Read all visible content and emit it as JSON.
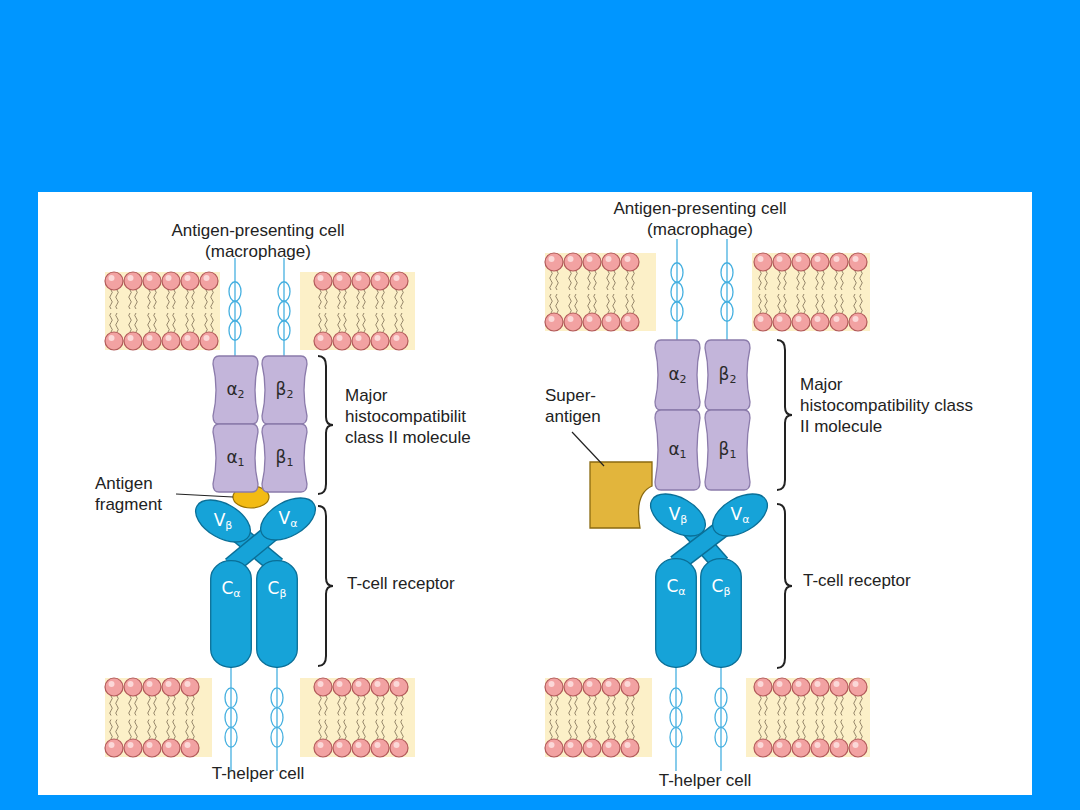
{
  "diagram": {
    "nodes": [
      {
        "text": [
          "α2"
        ]
      },
      {
        "text": [
          "β2"
        ]
      },
      {
        "text": [
          "α1"
        ]
      },
      {
        "text": [
          "β1"
        ]
      },
      {
        "text": [
          "Vβ"
        ]
      },
      {
        "text": [
          "Vα"
        ]
      },
      {
        "text": [
          "Cα"
        ]
      },
      {
        "text": [
          "Cβ"
        ]
      },
      {
        "text": [
          "α2"
        ]
      },
      {
        "text": [
          "β2"
        ]
      },
      {
        "text": [
          "α1"
        ]
      },
      {
        "text": [
          "β1"
        ]
      },
      {
        "text": [
          "Vβ"
        ]
      },
      {
        "text": [
          "Vα"
        ]
      },
      {
        "text": [
          "Cα"
        ]
      },
      {
        "text": [
          "Cβ"
        ]
      }
    ],
    "labels": [
      "Antigen-presenting cell (macrophage)",
      "Major histocompatibilit class II molecule",
      "Antigen fragment",
      "T-cell receptor",
      "T-helper cell",
      "Antigen-presenting cell (macrophage)",
      "Super- antigen",
      "Major histocompatibility class II molecule",
      "T-cell receptor",
      "T-helper cell"
    ]
  }
}
